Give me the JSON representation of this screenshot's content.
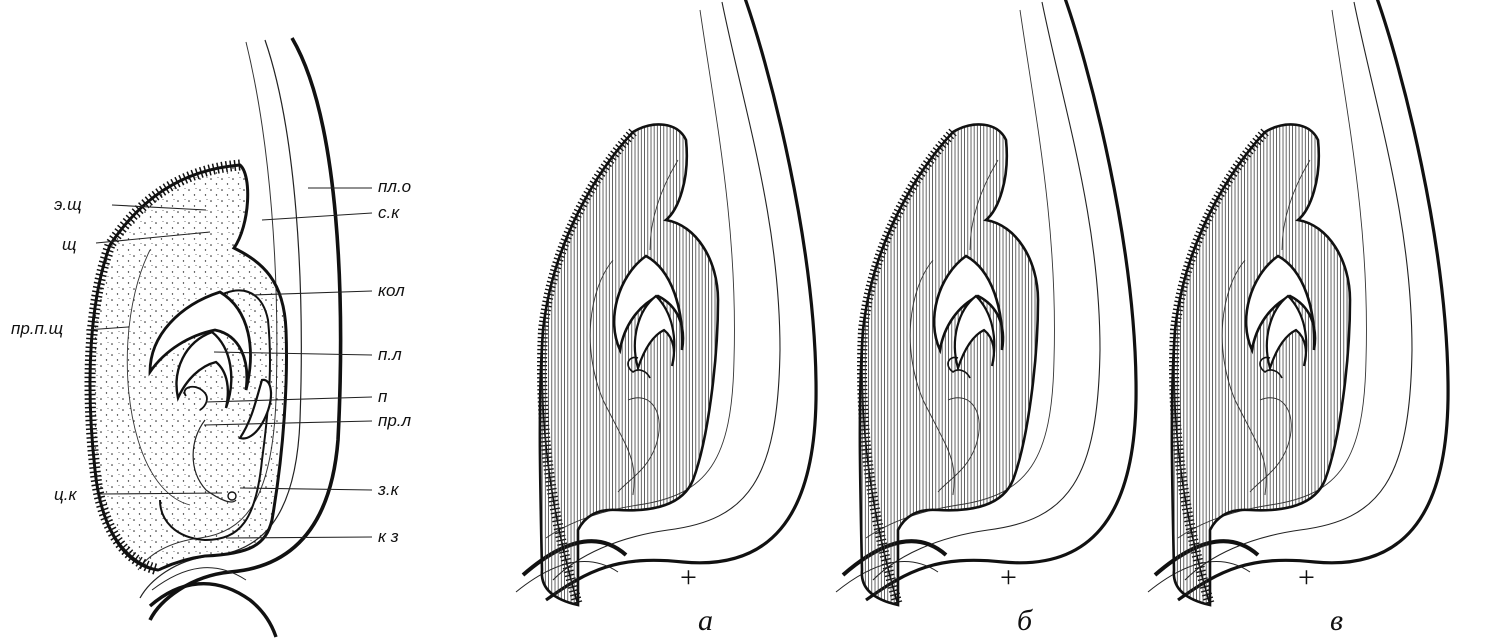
{
  "labeled_diagram": {
    "labels": {
      "e_shch": "э.щ",
      "shch": "щ",
      "pr_p_shch": "пр.п.щ",
      "ts_k": "ц.к",
      "pl_o": "пл.о",
      "s_k": "с.к",
      "kol": "кол",
      "p_l": "п.л",
      "p": "п",
      "pr_l": "пр.л",
      "z_k": "з.к",
      "k_z": "к з"
    }
  },
  "panels": [
    {
      "caption": "а",
      "marker": "+"
    },
    {
      "caption": "б",
      "marker": "+"
    },
    {
      "caption": "в",
      "marker": "+"
    }
  ]
}
